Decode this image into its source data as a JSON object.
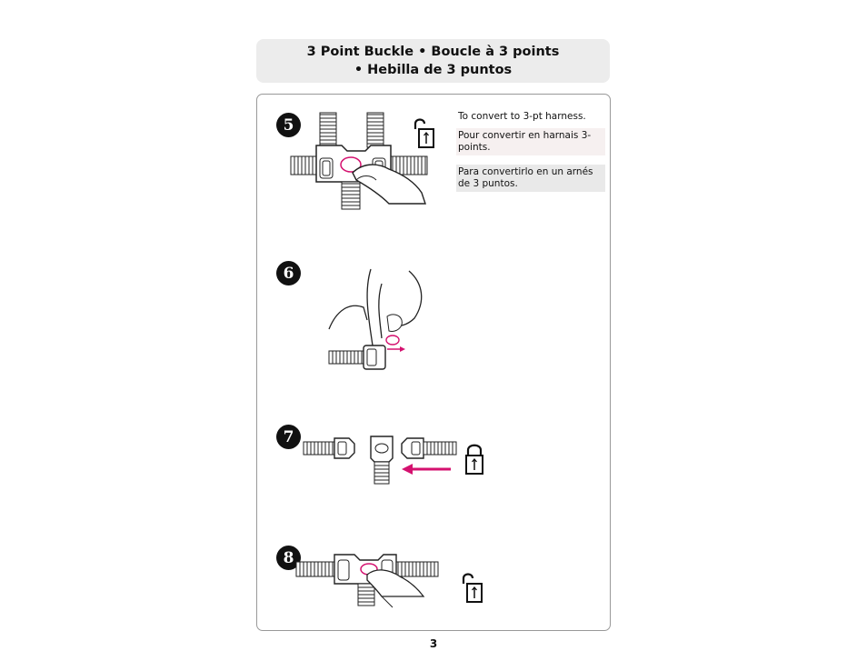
{
  "title": {
    "line1": "3 Point Buckle  •  Boucle à 3 points",
    "line2": "•  Hebilla de 3 puntos"
  },
  "steps": [
    {
      "number": "5",
      "lock_icon": "unlocked-padlock-icon"
    },
    {
      "number": "6"
    },
    {
      "number": "7",
      "lock_icon": "locked-padlock-icon"
    },
    {
      "number": "8",
      "lock_icon": "unlocked-padlock-icon"
    }
  ],
  "instructions": {
    "en": "To convert to 3-pt harness.",
    "fr": "Pour convertir en harnais 3-points.",
    "es": "Para convertirlo en un arnés de 3 puntos."
  },
  "page_number": "3",
  "colors": {
    "accent_magenta": "#d4116f",
    "title_background": "#ececec",
    "note_background": "#e9e9e9"
  }
}
